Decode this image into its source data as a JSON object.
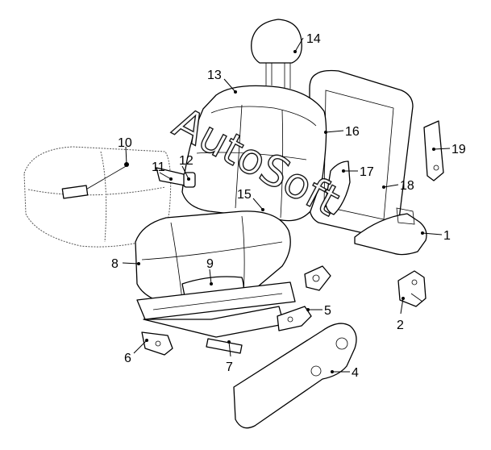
{
  "callouts": [
    {
      "id": "1",
      "label": "1"
    },
    {
      "id": "2",
      "label": "2"
    },
    {
      "id": "4",
      "label": "4"
    },
    {
      "id": "5",
      "label": "5"
    },
    {
      "id": "6",
      "label": "6"
    },
    {
      "id": "7",
      "label": "7"
    },
    {
      "id": "8",
      "label": "8"
    },
    {
      "id": "9",
      "label": "9"
    },
    {
      "id": "10",
      "label": "10"
    },
    {
      "id": "11",
      "label": "11"
    },
    {
      "id": "12",
      "label": "12"
    },
    {
      "id": "13",
      "label": "13"
    },
    {
      "id": "14",
      "label": "14"
    },
    {
      "id": "15",
      "label": "15"
    },
    {
      "id": "16",
      "label": "16"
    },
    {
      "id": "17",
      "label": "17"
    },
    {
      "id": "18",
      "label": "18"
    },
    {
      "id": "19",
      "label": "19"
    }
  ],
  "watermark": {
    "text": "AutoSoft"
  }
}
